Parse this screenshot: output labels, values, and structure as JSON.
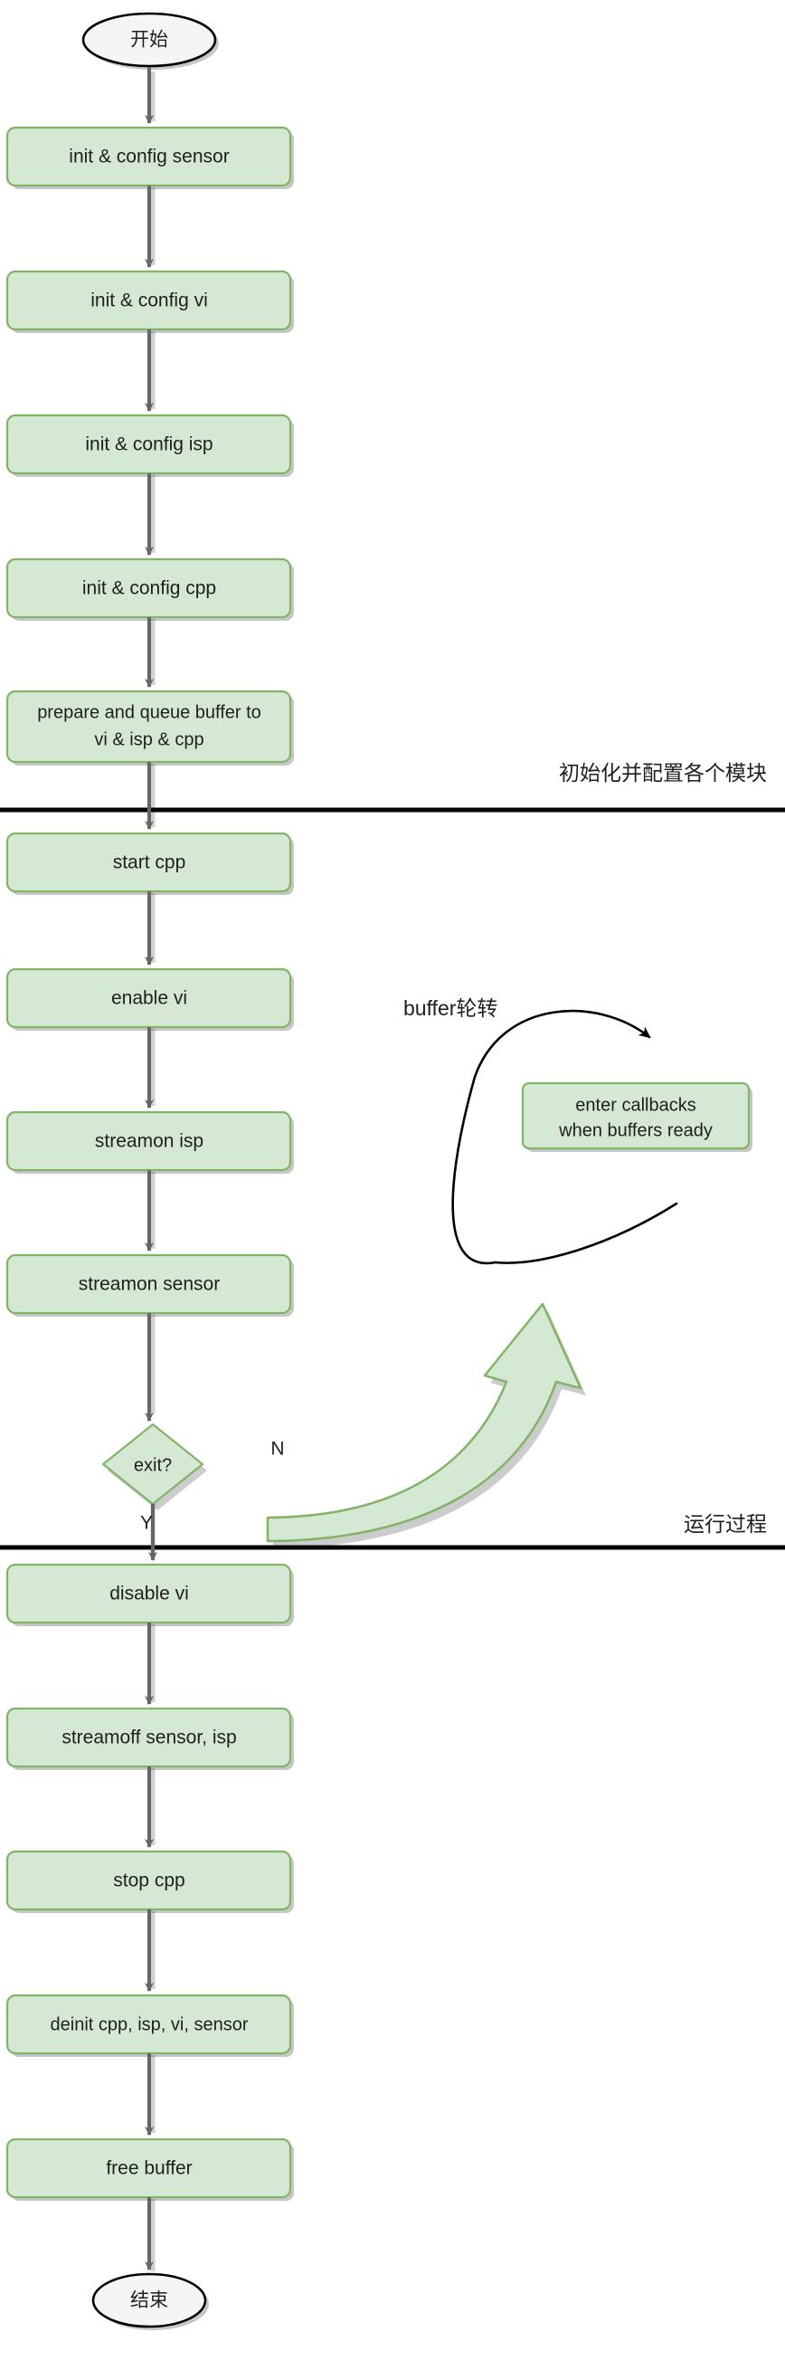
{
  "diagram": {
    "title": "camera pipeline flowchart",
    "colors": {
      "process_fill": "#d5e8d4",
      "process_stroke": "#82b366",
      "terminal_fill": "#f5f5f5",
      "terminal_stroke": "#000000",
      "arrow": "#666666",
      "divider": "#000000",
      "loop_arrow": "#000000",
      "text": "#1f1f1f",
      "shadow": "rgba(0,0,0,0.25)",
      "background": "#ffffff"
    },
    "start_node": {
      "label": "开始",
      "shape": "ellipse"
    },
    "end_node": {
      "label": "结束",
      "shape": "ellipse"
    },
    "process_nodes": [
      {
        "id": "init-sensor",
        "label": "init & config sensor"
      },
      {
        "id": "init-vi",
        "label": "init & config vi"
      },
      {
        "id": "init-isp",
        "label": "init & config isp"
      },
      {
        "id": "init-cpp",
        "label": "init & config cpp"
      },
      {
        "id": "prepare-buffer",
        "label_line1": "prepare and queue buffer to",
        "label_line2": "vi & isp & cpp"
      },
      {
        "id": "start-cpp",
        "label": "start cpp"
      },
      {
        "id": "enable-vi",
        "label": "enable vi"
      },
      {
        "id": "streamon-isp",
        "label": "streamon isp"
      },
      {
        "id": "streamon-sensor",
        "label": "streamon sensor"
      },
      {
        "id": "disable-vi",
        "label": "disable vi"
      },
      {
        "id": "streamoff",
        "label": "streamoff sensor, isp"
      },
      {
        "id": "stop-cpp",
        "label": "stop cpp"
      },
      {
        "id": "deinit",
        "label": "deinit cpp, isp, vi, sensor"
      },
      {
        "id": "free-buffer",
        "label": "free buffer"
      }
    ],
    "decision_node": {
      "id": "exit",
      "label": "exit?",
      "shape": "diamond"
    },
    "edge_labels": {
      "yes": "Y",
      "no": "N"
    },
    "callback_node": {
      "id": "enter-callbacks",
      "label_line1": "enter callbacks",
      "label_line2": "when buffers ready"
    },
    "loop_annotation": {
      "label": "buffer轮转"
    },
    "phase_labels": [
      {
        "id": "phase-init",
        "label": "初始化并配置各个模块"
      },
      {
        "id": "phase-runtime",
        "label": "运行过程"
      }
    ]
  }
}
